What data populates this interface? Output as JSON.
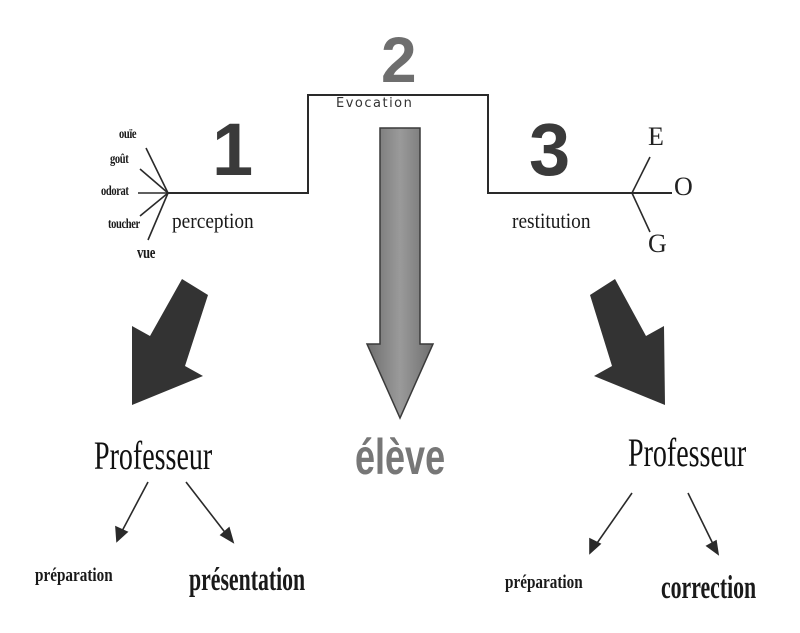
{
  "stages": {
    "one": {
      "number": "1",
      "label": "perception"
    },
    "two": {
      "number": "2",
      "label": "Evocation"
    },
    "three": {
      "number": "3",
      "label": "restitution"
    }
  },
  "senses": [
    "ouïe",
    "goût",
    "odorat",
    "toucher",
    "vue"
  ],
  "outputs": [
    "E",
    "O",
    "G"
  ],
  "left_branch": {
    "title": "Professeur",
    "items": [
      "préparation",
      "présentation"
    ]
  },
  "center_branch": {
    "title": "élève"
  },
  "right_branch": {
    "title": "Professeur",
    "items": [
      "préparation",
      "correction"
    ]
  },
  "colors": {
    "line": "#2a2a2a",
    "big_arrow_dark": "#333333",
    "big_arrow_mid": "#8a8a8a",
    "number_fill": "#3a3a3a",
    "eleve_fill": "#777777"
  }
}
